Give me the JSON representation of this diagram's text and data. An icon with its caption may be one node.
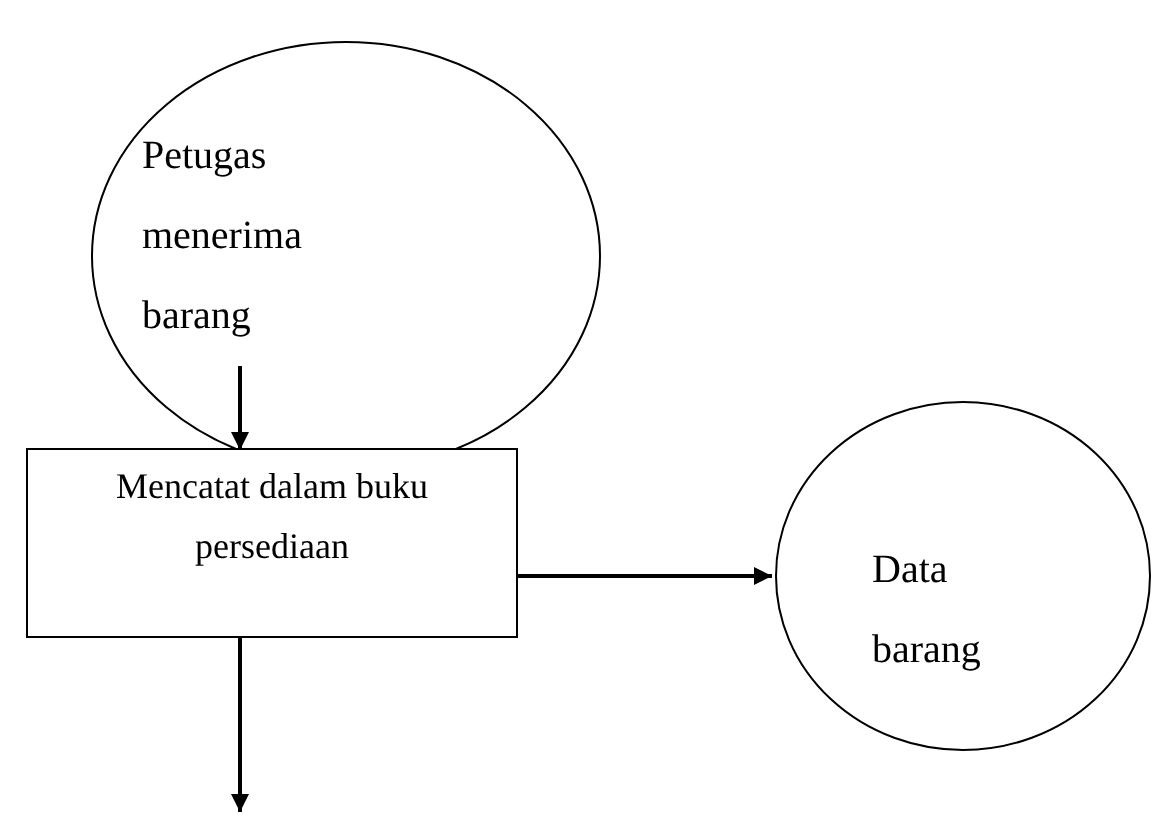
{
  "diagram": {
    "nodes": [
      {
        "text": [
          "Petugas menerima barang"
        ]
      },
      {
        "text": [
          "Mencatat dalam buku persediaan"
        ]
      },
      {
        "text": [
          "Data barang"
        ]
      }
    ],
    "edges": [
      {
        "from": 0,
        "to": 1,
        "arrow": "to"
      },
      {
        "from": 1,
        "to": 2,
        "arrow": "to"
      },
      {
        "from": 1,
        "to": null,
        "arrow": "to"
      }
    ]
  }
}
